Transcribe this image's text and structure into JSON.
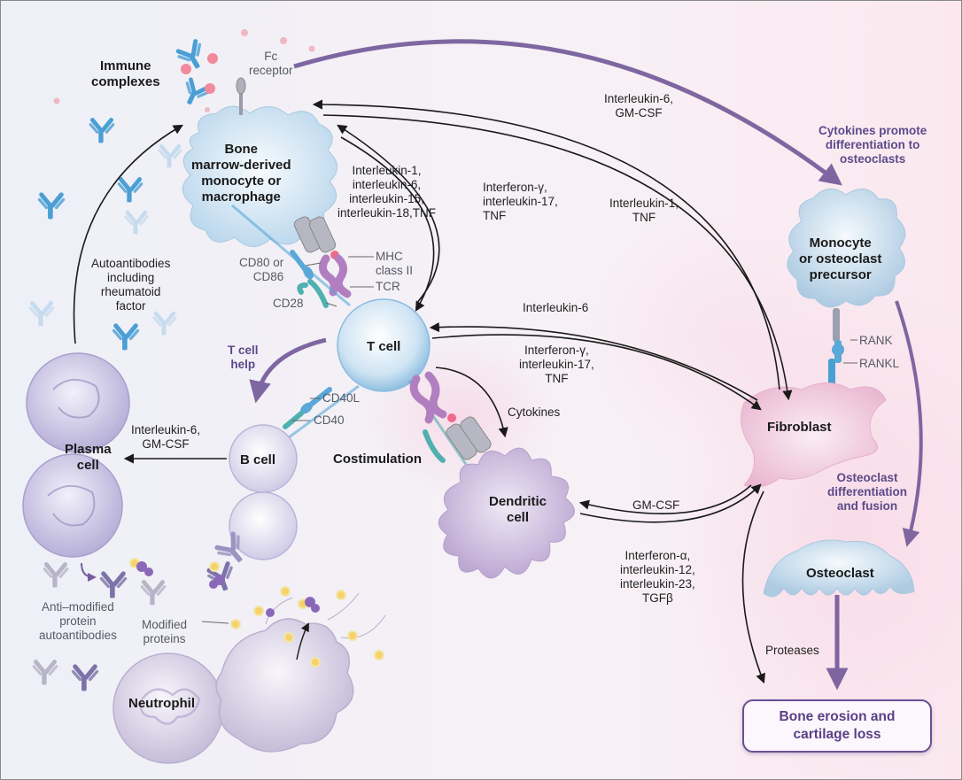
{
  "labels": {
    "immune_complexes": "Immune\ncomplexes",
    "fc_receptor": "Fc\nreceptor",
    "macrophage": "Bone\nmarrow-derived\nmonocyte or\nmacrophage",
    "il1_6_15_18": "Interleukin-1,\ninterleukin-6,\ninterleukin-15,\ninterleukin-18,TNF",
    "ifn_il17_top": "Interferon-γ,\ninterleukin-17,\nTNF",
    "il6_gmcsf_top": "Interleukin-6,\nGM-CSF",
    "il1_tnf": "Interleukin-1,\nTNF",
    "cytokines_promote": "Cytokines promote\ndifferentiation to\nosteoclasts",
    "monocyte_precursor": "Monocyte\nor osteoclast\nprecursor",
    "rank": "RANK",
    "rankl": "RANKL",
    "mhc": "MHC\nclass II",
    "tcr": "TCR",
    "cd80": "CD80 or\nCD86",
    "cd28": "CD28",
    "autoantibodies": "Autoantibodies\nincluding\nrheumatoid\nfactor",
    "t_cell": "T cell",
    "t_cell_help": "T cell\nhelp",
    "il6_mid": "Interleukin-6",
    "ifn_il17_mid": "Interferon-γ,\ninterleukin-17,\nTNF",
    "cd40l": "CD40L",
    "cd40": "CD40",
    "cytokines": "Cytokines",
    "fibroblast": "Fibroblast",
    "il6_gmcsf_plasma": "Interleukin-6,\nGM-CSF",
    "plasma_cell": "Plasma\ncell",
    "b_cell": "B cell",
    "costimulation": "Costimulation",
    "dendritic": "Dendritic\ncell",
    "gmcsf": "GM-CSF",
    "osteoclast_diff": "Osteoclast\ndifferentiation\nand fusion",
    "osteoclast": "Osteoclast",
    "ifn_alpha": "Interferon-α,\ninterleukin-12,\ninterleukin-23,\nTGFβ",
    "anti_modified": "Anti–modified\nprotein\nautoantibodies",
    "modified_proteins": "Modified\nproteins",
    "proteases": "Proteases",
    "neutrophil": "Neutrophil",
    "bone_erosion": "Bone erosion and\ncartilage loss"
  },
  "colors": {
    "arrow": "#1a1a1a",
    "purple_arrow": "#6a4f93",
    "macrophage": "#d7e8f4",
    "t_cell": "#c9e0f0",
    "b_cell": "#e6e2f2",
    "plasma": "#d9d4ec",
    "dendritic": "#d9cde8",
    "fibroblast": "#f4d6e6",
    "osteoclast": "#d6e7f2",
    "antibody": "#4a9fd4",
    "antibody_light": "#bcd6ec",
    "mhc": "#b98ac4",
    "receptor": "#a8a8b4",
    "teal": "#4fb0b0"
  }
}
